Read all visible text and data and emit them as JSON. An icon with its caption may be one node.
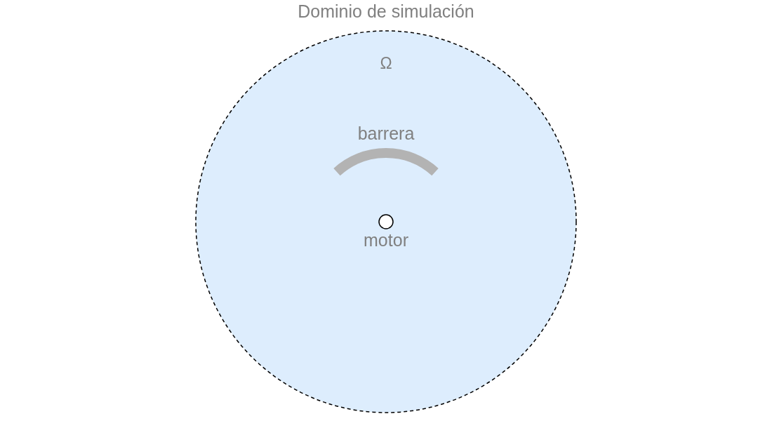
{
  "diagram": {
    "nodes": [
      {
        "text": [
          "Dominio de simulación",
          "Ω"
        ]
      },
      {
        "text": [
          "barrera"
        ],
        "in": 0
      },
      {
        "text": [
          "motor"
        ],
        "in": 0
      }
    ]
  }
}
